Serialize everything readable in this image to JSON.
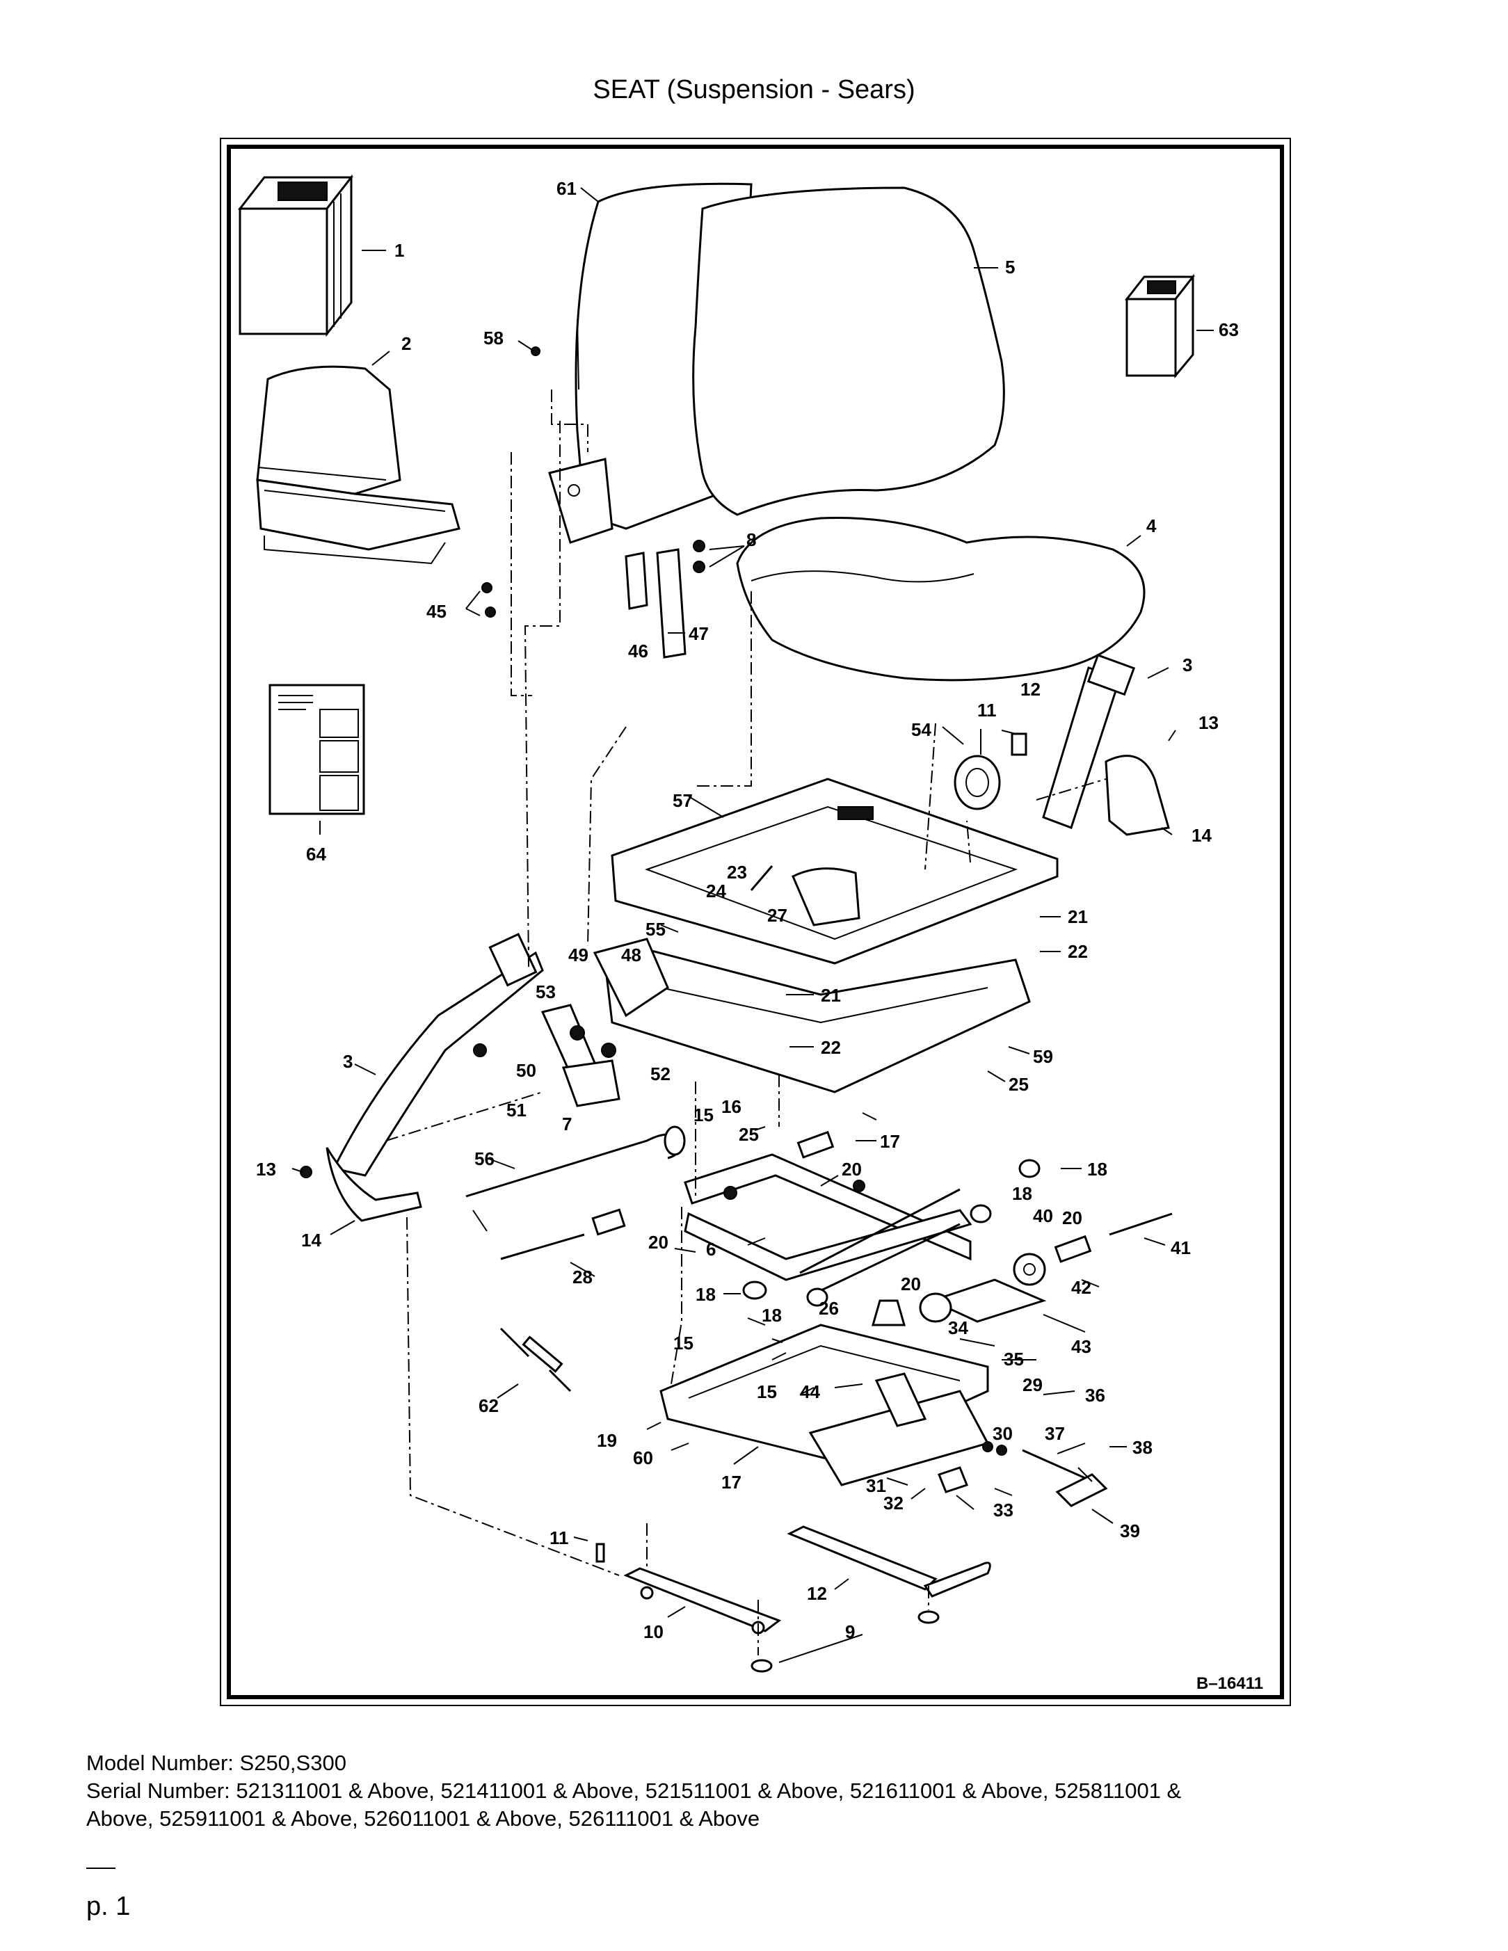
{
  "title": "SEAT (Suspension - Sears)",
  "figure_id": "B–16411",
  "callouts": [
    "1",
    "2",
    "3",
    "4",
    "5",
    "6",
    "7",
    "8",
    "9",
    "10",
    "11",
    "12",
    "13",
    "14",
    "15",
    "16",
    "17",
    "18",
    "19",
    "20",
    "21",
    "22",
    "23",
    "24",
    "25",
    "26",
    "27",
    "28",
    "29",
    "30",
    "31",
    "32",
    "33",
    "34",
    "35",
    "36",
    "37",
    "38",
    "39",
    "40",
    "41",
    "42",
    "43",
    "44",
    "45",
    "46",
    "47",
    "48",
    "49",
    "50",
    "51",
    "52",
    "53",
    "54",
    "55",
    "56",
    "57",
    "58",
    "59",
    "60",
    "61",
    "62",
    "63",
    "64"
  ],
  "footer": {
    "model": "Model Number: S250,S300",
    "serial_line1": "Serial Number: 521311001 & Above, 521411001 & Above, 521511001 & Above, 521611001 & Above, 525811001 &",
    "serial_line2": "Above, 525911001 & Above, 526011001 & Above, 526111001 & Above"
  },
  "page_label": "p. 1"
}
